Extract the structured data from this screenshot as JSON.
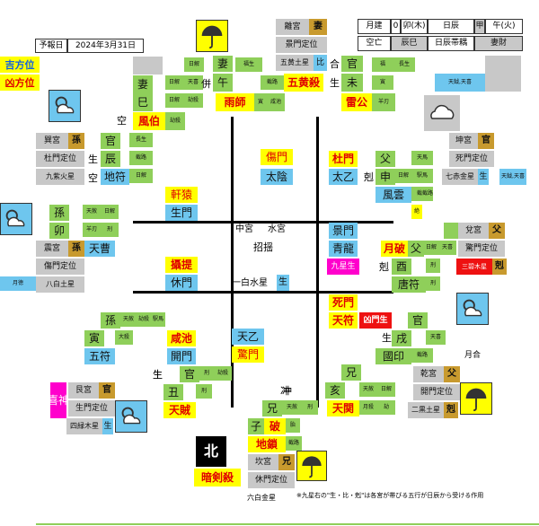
{
  "header": {
    "date_label": "予報日",
    "date_value": "2024年3月31日",
    "month_label": "月建",
    "month_num": "0",
    "month_value": "卯(木)",
    "day_label": "日辰",
    "day_stem": "甲",
    "day_value": "午(火)",
    "kubo_label": "空亡",
    "kubo_value": "辰巳",
    "day_rokushin_label": "日辰帯耦",
    "day_rokushin_value": "妻財"
  },
  "legend": {
    "good": "吉方位",
    "bad": "凶方位"
  },
  "grid_center": {
    "palace": "中宮",
    "element": "水宮",
    "shou": "招揺",
    "star": "一白水星",
    "star_rel": "生"
  },
  "north": {
    "label": "北",
    "sign": "暗剣殺"
  },
  "footnote": "※九星右の\"生・比・剋\"は各宮が帯びる五行が日辰から受ける作用",
  "palaces": {
    "li": {
      "palace": "離宮",
      "palace_rel": "妻",
      "gate_def": "景門定位",
      "star": "五黄土星",
      "star_rel": "比",
      "rel": "合",
      "branch": "午",
      "branch_rel": "妻",
      "branch_god": "福生",
      "tag1": "截路",
      "sign": "五黄殺",
      "fate": "雨師",
      "sub1": "寅",
      "sub2": "咸池"
    },
    "sun": {
      "branch": "巳",
      "branch_rel": "妻",
      "tag1": "日解",
      "tag2": "天喜",
      "tag3": "日解",
      "tag4": "劫殺",
      "tag5": "日解",
      "rel": "併",
      "kong": "空",
      "fate": "風伯",
      "fate_tag": "劫殺"
    },
    "kun_top": {
      "branch": "未",
      "branch_rel": "官",
      "tags": [
        "福",
        "長生"
      ],
      "sub1": "寅",
      "sub2": "羊刃",
      "rel": "生",
      "fate": "雷公",
      "right_tag": "天鉞,天喜"
    },
    "xun": {
      "palace": "巽宮",
      "palace_rel": "孫",
      "gate_def": "杜門定位",
      "star": "九紫火星",
      "star_rel": "生",
      "branch": "辰",
      "branch_rel": "官",
      "tag1": "長生",
      "tag2": "截路",
      "tag3": "日解",
      "god": "地符",
      "rel": "空"
    },
    "zhen": {
      "palace": "震宮",
      "palace_rel": "孫",
      "gate_def": "傷門定位",
      "star": "八白土星",
      "branch": "卯",
      "branch_rel": "孫",
      "tag1": "天赦",
      "tag2": "日解",
      "tag3": "羊刃",
      "tag4": "月徳",
      "tag5": "刑",
      "god": "天曹",
      "month": "月徳"
    },
    "kun": {
      "palace": "坤宮",
      "palace_rel": "官",
      "gate_def": "死門定位",
      "star": "七赤金星",
      "star_rel": "生",
      "branch": "申",
      "branch_rel": "父",
      "tags": [
        "天馬",
        "日解",
        "駅馬",
        "天鉞,天喜",
        "截路",
        "絶",
        "截路"
      ],
      "god": "太乙",
      "rel": "剋",
      "fate": "風雲",
      "gate": "杜門"
    },
    "dui": {
      "palace": "兌宮",
      "palace_rel": "父",
      "gate_def": "驚門定位",
      "star": "三碧木星",
      "star_rel": "剋",
      "branch": "酉",
      "branch_rel": "父",
      "tags": [
        "日解",
        "天喜",
        "刑"
      ],
      "god": "唐符",
      "fate": "月破",
      "rel": "剋",
      "gate": "景門",
      "extra": "青龍",
      "nine": "九星生"
    },
    "qian": {
      "palace": "乾宮",
      "palace_rel": "父",
      "gate_def": "開門定位",
      "star": "二黒土星",
      "star_rel": "剋",
      "branch": "戌",
      "branch_rel": "官",
      "tags": [
        "天喜",
        "截路"
      ],
      "god": "國印",
      "fate": "天符",
      "rel": "生",
      "gate": "死門",
      "cross": "凶門生",
      "month": "月合"
    },
    "kan": {
      "palace": "坎宮",
      "palace_rel": "兄",
      "gate_def": "休門定位",
      "star": "六白金星",
      "branch": "子",
      "branch_rel": "兄",
      "tags": [
        "天赦",
        "刑",
        "破",
        "胎",
        "截路"
      ],
      "fate": "地鎖",
      "rel": "冲",
      "sign": "破"
    },
    "gen": {
      "palace": "艮宮",
      "palace_rel": "官",
      "gate_def": "生門定位",
      "star": "四緑木星",
      "star_rel": "生",
      "branch": "丑",
      "branch_rel": "官",
      "tags": [
        "刑",
        "劫殺"
      ],
      "god": "天賊",
      "sub": "開門",
      "sub2": "咸池",
      "fate_block": "喜神",
      "rel": "生"
    },
    "yin": {
      "branch": "寅",
      "branch_rel": "孫",
      "tags": [
        "天赦",
        "劫殺",
        "駅馬",
        "大殺"
      ],
      "god": "五符",
      "rel": "生"
    },
    "hai": {
      "branch": "亥",
      "branch_rel": "兄",
      "tags": [
        "天赦",
        "日解",
        "月殺",
        "劫"
      ],
      "god": "天関",
      "rel": "冲"
    }
  },
  "center_labels": {
    "shang_men": "傷門",
    "tai_yin": "太陰",
    "xuan_yuan": "軒猿",
    "sheng_men": "生門",
    "she_ti": "攝提",
    "xiu_men": "休門",
    "tian_yi": "天乙",
    "jing_men": "驚門",
    "tai_yi2": "太乙",
    "du_men": "杜門"
  }
}
